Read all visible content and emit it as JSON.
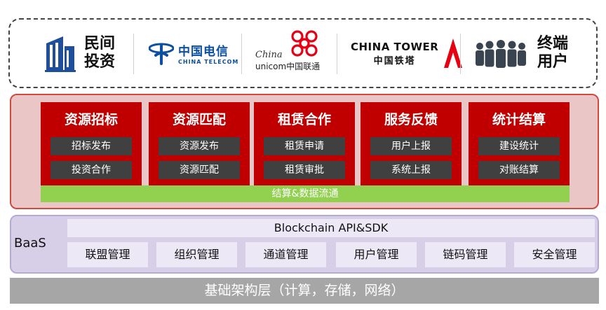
{
  "partners": {
    "private_investment": {
      "line1": "民间",
      "line2": "投资"
    },
    "china_telecom": {
      "cn": "中国电信",
      "en": "CHINA TELECOM"
    },
    "china_unicom": {
      "en1": "China",
      "en2": "unicom中国联通"
    },
    "china_tower": {
      "en": "CHINA TOWER",
      "cn": "中国铁塔"
    },
    "terminal_users": {
      "line1": "终端",
      "line2": "用户"
    }
  },
  "modules": [
    {
      "title": "资源招标",
      "items": [
        "招标发布",
        "投资合作"
      ]
    },
    {
      "title": "资源匹配",
      "items": [
        "资源发布",
        "资源匹配"
      ]
    },
    {
      "title": "租赁合作",
      "items": [
        "租赁申请",
        "租赁审批"
      ]
    },
    {
      "title": "服务反馈",
      "items": [
        "用户上报",
        "系统上报"
      ]
    },
    {
      "title": "统计结算",
      "items": [
        "建设统计",
        "对账结算"
      ]
    }
  ],
  "flow_bar": "结算&数据流通",
  "baas": {
    "label": "BaaS",
    "api": "Blockchain API&SDK",
    "items": [
      "联盟管理",
      "组织管理",
      "通道管理",
      "用户管理",
      "链码管理",
      "安全管理"
    ]
  },
  "infra": "基础架构层（计算，存储，网络）",
  "colors": {
    "module_red": "#c00000",
    "item_dark": "#404040",
    "flow_green": "#92d050",
    "baas_purple": "#d7cfe8",
    "infra_gray": "#a6a6a6",
    "telecom_blue": "#0b4ea2",
    "unicom_red": "#e60012",
    "tower_red": "#e60012"
  },
  "icons": [
    "building-icon",
    "telecom-logo-icon",
    "unicom-knot-icon",
    "tower-logo-icon",
    "people-group-icon"
  ]
}
